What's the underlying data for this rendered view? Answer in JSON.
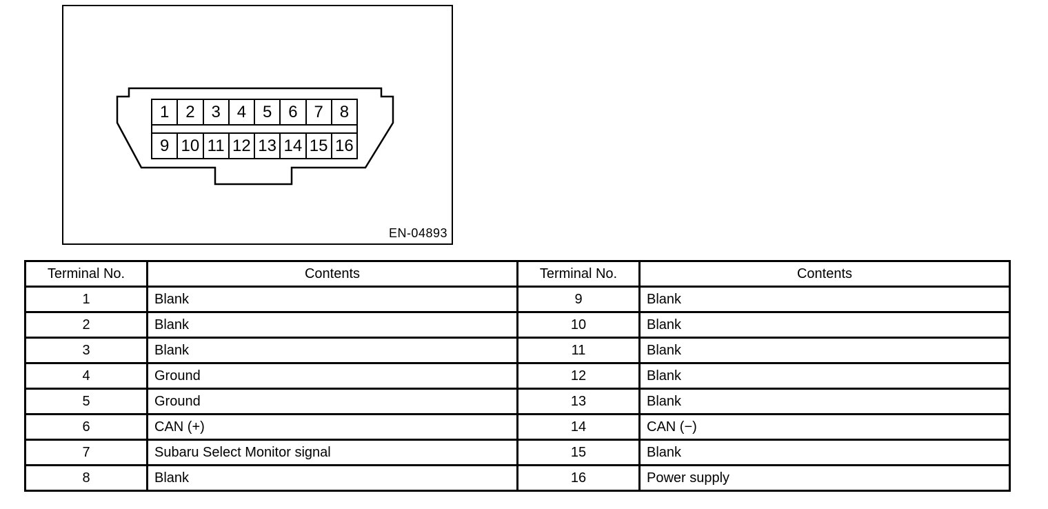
{
  "diagram": {
    "figure_label": "EN-04893",
    "connector": {
      "pins_top": [
        "1",
        "2",
        "3",
        "4",
        "5",
        "6",
        "7",
        "8"
      ],
      "pins_bottom": [
        "9",
        "10",
        "11",
        "12",
        "13",
        "14",
        "15",
        "16"
      ]
    }
  },
  "tables": {
    "left": {
      "headers": {
        "terminal": "Terminal No.",
        "contents": "Contents"
      },
      "rows": [
        {
          "terminal": "1",
          "contents": "Blank"
        },
        {
          "terminal": "2",
          "contents": "Blank"
        },
        {
          "terminal": "3",
          "contents": "Blank"
        },
        {
          "terminal": "4",
          "contents": "Ground"
        },
        {
          "terminal": "5",
          "contents": "Ground"
        },
        {
          "terminal": "6",
          "contents": "CAN (+)"
        },
        {
          "terminal": "7",
          "contents": "Subaru Select Monitor signal"
        },
        {
          "terminal": "8",
          "contents": "Blank"
        }
      ]
    },
    "right": {
      "headers": {
        "terminal": "Terminal No.",
        "contents": "Contents"
      },
      "rows": [
        {
          "terminal": "9",
          "contents": "Blank"
        },
        {
          "terminal": "10",
          "contents": "Blank"
        },
        {
          "terminal": "11",
          "contents": "Blank"
        },
        {
          "terminal": "12",
          "contents": "Blank"
        },
        {
          "terminal": "13",
          "contents": "Blank"
        },
        {
          "terminal": "14",
          "contents": "CAN (−)"
        },
        {
          "terminal": "15",
          "contents": "Blank"
        },
        {
          "terminal": "16",
          "contents": "Power supply"
        }
      ]
    }
  },
  "colors": {
    "ink": "#000000",
    "paper": "#ffffff"
  }
}
